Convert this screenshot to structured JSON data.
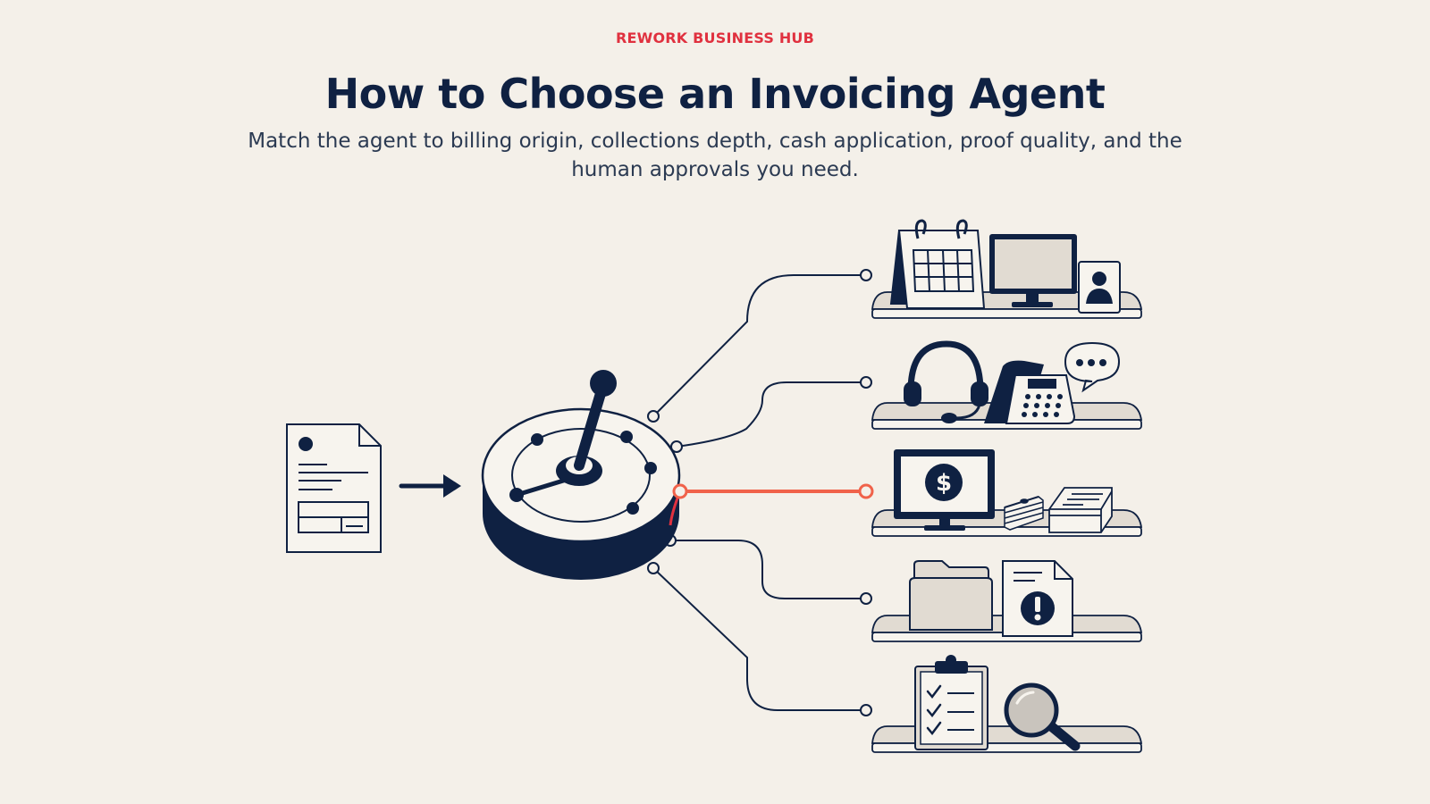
{
  "header": {
    "eyebrow": "REWORK BUSINESS HUB",
    "title": "How to Choose an Invoicing Agent",
    "subtitle": "Match the agent to billing origin, collections depth, cash application, proof quality, and the human approvals you need."
  },
  "colors": {
    "background": "#f4f0e9",
    "navy": "#0f2142",
    "accent_red": "#e0313f",
    "highlight_orange": "#f0624a",
    "shelf": "#e1dbd2"
  },
  "diagram": {
    "input": "invoice-document-icon",
    "hub": "routing-dial",
    "highlighted_route": 3,
    "shelves": [
      {
        "icons": [
          "calendar-icon",
          "monitor-icon",
          "contact-card-icon"
        ]
      },
      {
        "icons": [
          "headset-icon",
          "desk-phone-icon",
          "speech-bubble-icon"
        ]
      },
      {
        "icons": [
          "payment-monitor-icon",
          "cash-stack-icon",
          "paper-stack-icon"
        ]
      },
      {
        "icons": [
          "folder-icon",
          "alert-document-icon"
        ]
      },
      {
        "icons": [
          "checklist-clipboard-icon",
          "magnifier-icon"
        ]
      }
    ]
  }
}
